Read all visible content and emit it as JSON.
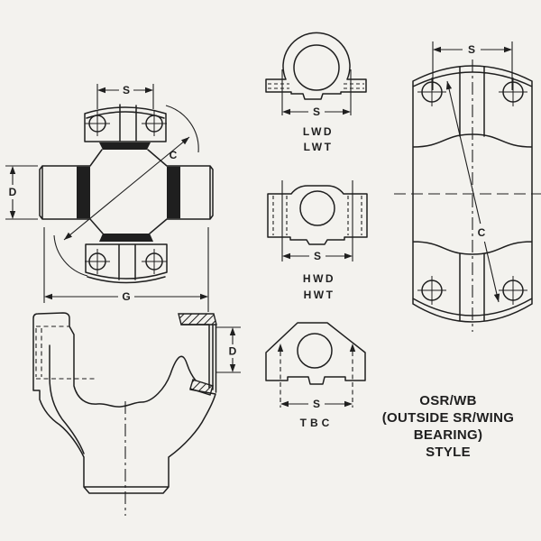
{
  "drawing": {
    "colors": {
      "ink": "#1f1f1f",
      "paper": "#f3f2ee"
    },
    "cross_view": {
      "dim_s": "S",
      "dim_c": "C",
      "dim_d": "D",
      "dim_g": "G"
    },
    "yoke_view": {
      "dim_d": "D"
    },
    "profiles": [
      {
        "dim_s": "S",
        "labels": [
          "LWD",
          "LWT"
        ]
      },
      {
        "dim_s": "S",
        "labels": [
          "HWD",
          "HWT"
        ]
      },
      {
        "dim_s": "S",
        "labels": [
          "TBC"
        ]
      }
    ],
    "plan_view": {
      "dim_s": "S",
      "dim_c": "C"
    },
    "caption": {
      "line1": "OSR/WB",
      "line2": "(OUTSIDE SR/WING",
      "line3": "BEARING)",
      "line4": "STYLE"
    }
  }
}
